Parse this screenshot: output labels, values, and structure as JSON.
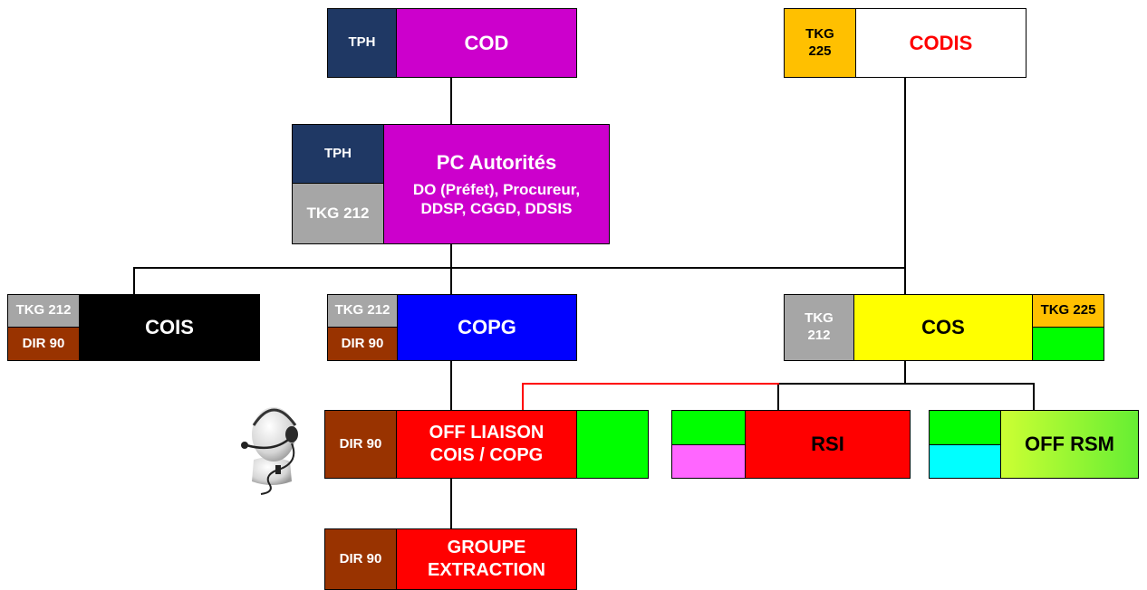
{
  "nodes": {
    "cod": {
      "tag": "TPH",
      "label": "COD"
    },
    "codis": {
      "tag1": "TKG",
      "tag2": "225",
      "label": "CODIS"
    },
    "pc": {
      "tag_top": "TPH",
      "tag_bottom": "TKG 212",
      "title": "PC Autorités",
      "line1": "DO (Préfet), Procureur,",
      "line2": "DDSP, CGGD, DDSIS"
    },
    "cois": {
      "tag_top": "TKG 212",
      "tag_bottom": "DIR 90",
      "label": "COIS"
    },
    "copg": {
      "tag_top": "TKG 212",
      "tag_bottom": "DIR 90",
      "label": "COPG"
    },
    "cos": {
      "tag1": "TKG",
      "tag2": "212",
      "label": "COS",
      "tag_right": "TKG 225"
    },
    "off_liaison": {
      "tag": "DIR 90",
      "line1": "OFF LIAISON",
      "line2": "COIS / COPG"
    },
    "rsi": {
      "label": "RSI"
    },
    "off_rsm": {
      "label": "OFF RSM"
    },
    "groupe": {
      "tag": "DIR 90",
      "line1": "GROUPE",
      "line2": "EXTRACTION"
    }
  },
  "colors": {
    "navy": "#1f3864",
    "magenta": "#cc00cc",
    "orange": "#ffc000",
    "gray": "#a6a6a6",
    "brown": "#993300",
    "black": "#000000",
    "blue": "#0000ff",
    "yellow": "#ffff00",
    "green": "#00ff00",
    "red": "#ff0000",
    "pink": "#ff66ff",
    "cyan": "#00ffff",
    "yellow_green": "#ccff33",
    "codis_text": "#ff0000"
  }
}
